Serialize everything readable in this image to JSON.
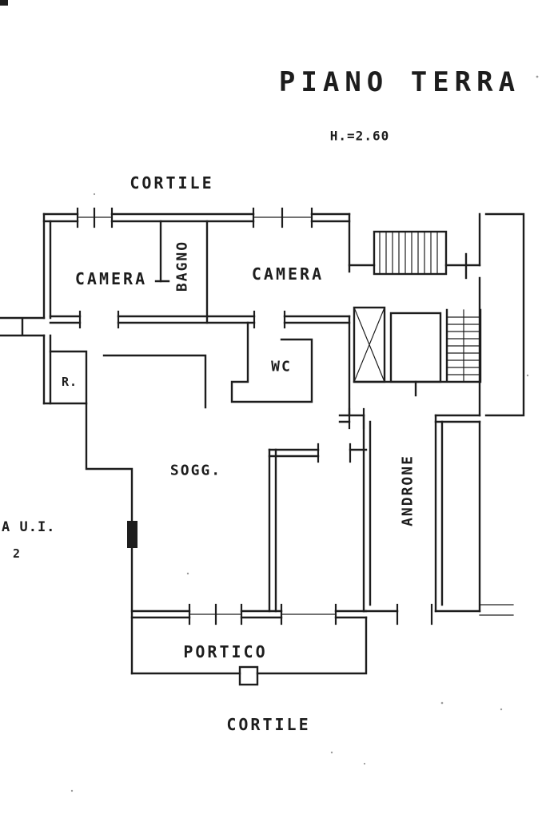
{
  "drawing": {
    "title": "PIANO TERRA",
    "height_note": "H.=2.60",
    "rooms": {
      "cortile_top": "CORTILE",
      "camera_left": "CAMERA",
      "bagno": "BAGNO",
      "camera_right": "CAMERA",
      "wc": "WC",
      "ripostiglio": "R.",
      "soggiorno": "SOGG.",
      "androne": "ANDRONE",
      "portico": "PORTICO",
      "cortile_bottom": "CORTILE"
    },
    "margin_notes": {
      "line1": "A U.I.",
      "line2": "2"
    },
    "colors": {
      "ink": "#1d1d1d",
      "paper": "#ffffff"
    }
  }
}
